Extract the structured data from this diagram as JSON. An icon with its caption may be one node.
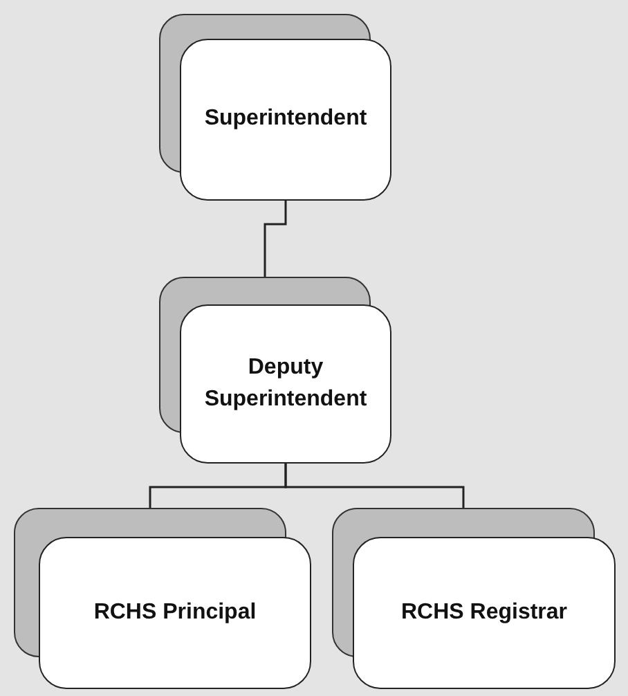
{
  "diagram": {
    "nodes": [
      {
        "text": [
          "Superintendent"
        ]
      },
      {
        "text": [
          "Deputy Superintendent"
        ]
      },
      {
        "text": [
          "RCHS Principal"
        ]
      },
      {
        "text": [
          "RCHS Registrar"
        ]
      }
    ],
    "edges": [
      {
        "from": 0,
        "to": 1,
        "arrow": "none"
      },
      {
        "from": 1,
        "to": 2,
        "arrow": "none"
      },
      {
        "from": 1,
        "to": 3,
        "arrow": "none"
      }
    ]
  }
}
